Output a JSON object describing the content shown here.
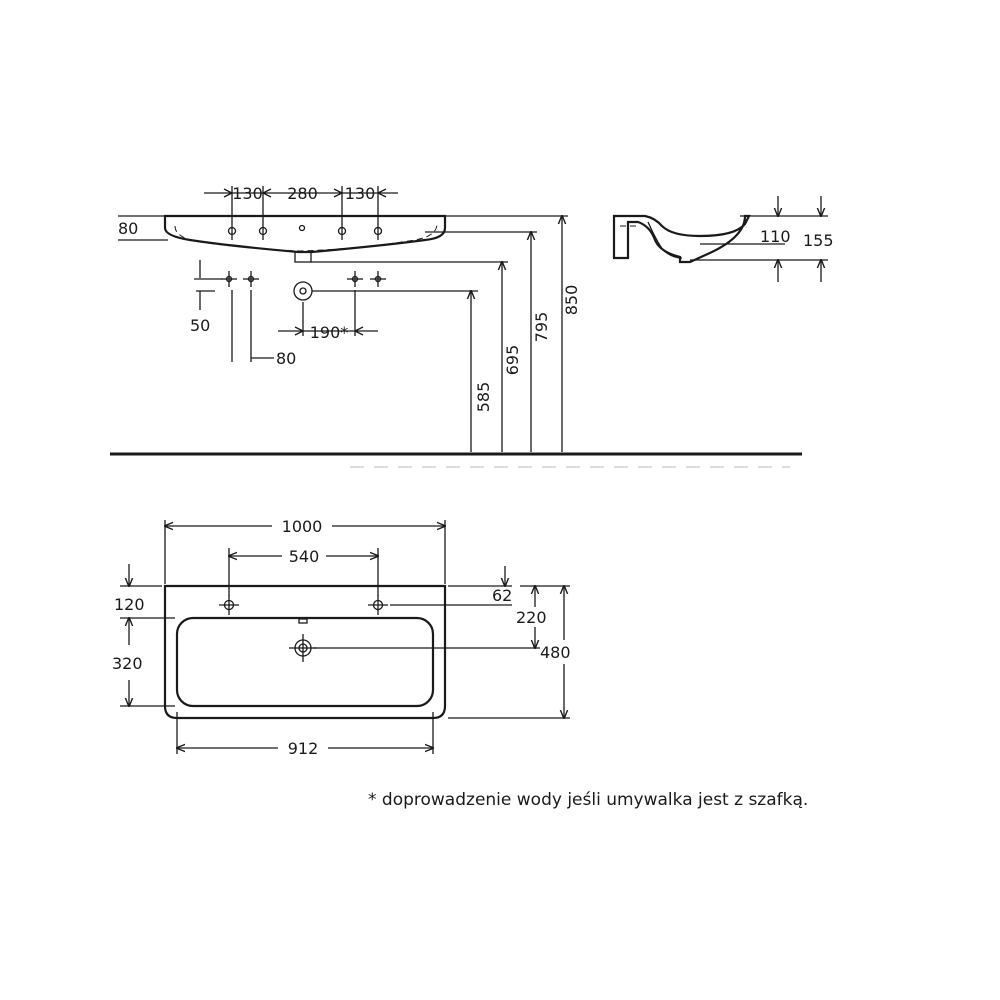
{
  "front_view": {
    "top_tap_spacing": [
      "130",
      "280",
      "130"
    ],
    "rim_height": "80",
    "supply_offset": "50",
    "supply_spacing": "80",
    "drain_offset": "190*",
    "heights": [
      "585",
      "695",
      "795",
      "850"
    ]
  },
  "side_view": {
    "depth_inner": "110",
    "depth_outer": "155"
  },
  "plan_view": {
    "overall_width": "1000",
    "tap_spacing": "540",
    "back_to_bowl": "120",
    "bowl_depth": "320",
    "tap_to_back": "62",
    "drain_to_back": "220",
    "overall_depth": "480",
    "bowl_width": "912"
  },
  "footnote": "* doprowadzenie wody jeśli umywalka jest z szafką."
}
